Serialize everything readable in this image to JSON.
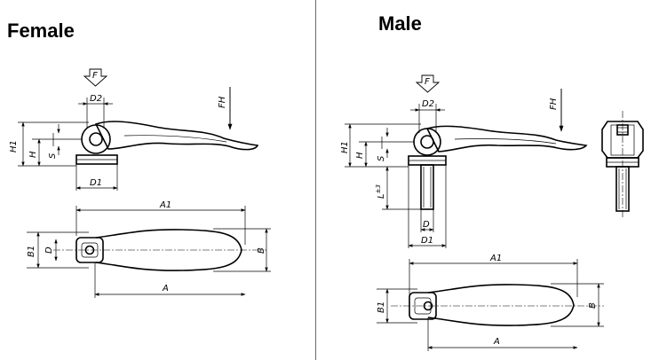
{
  "headings": {
    "female": "Female",
    "male": "Male"
  },
  "labels": {
    "force": "F",
    "force_handle": "FH",
    "d2": "D2",
    "d1": "D1",
    "d": "D",
    "h1": "H1",
    "h": "H",
    "s": "S",
    "a1": "A1",
    "a": "A",
    "b1": "B1",
    "b": "B",
    "l": "L",
    "l_tolerance": "±3"
  },
  "colors": {
    "line": "#000000",
    "divider": "#6a6a6a",
    "background": "#ffffff"
  }
}
